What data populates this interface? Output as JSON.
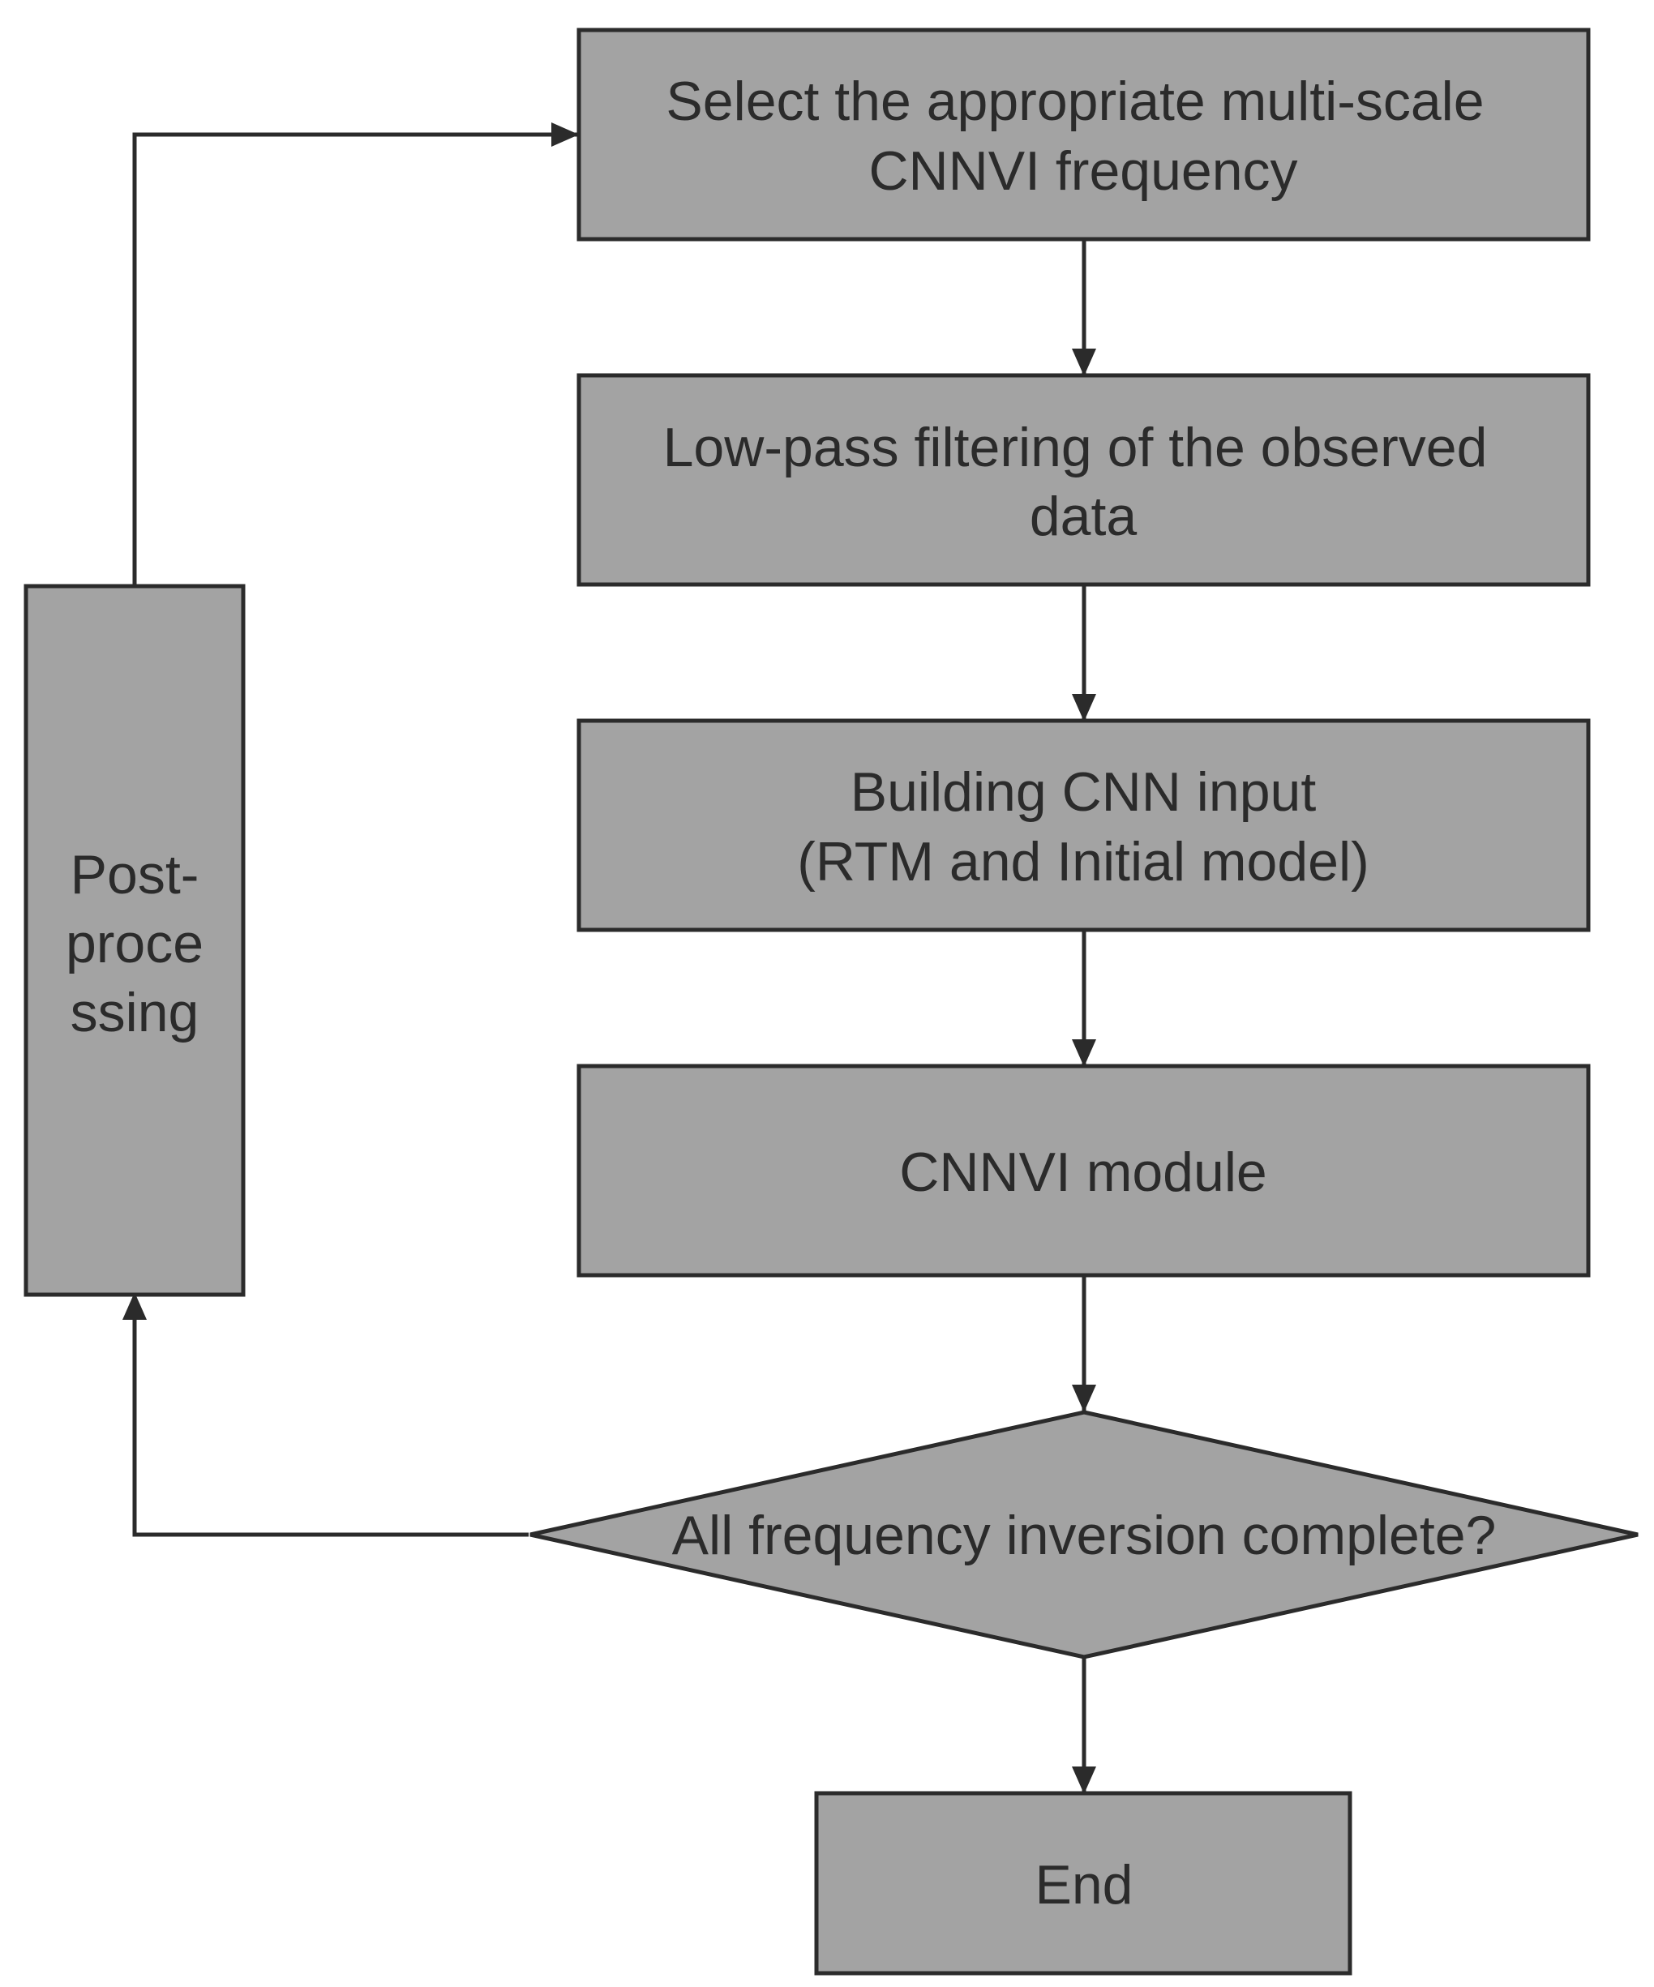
{
  "flowchart": {
    "steps": [
      {
        "id": "select-frequency",
        "lines": [
          "Select the appropriate multi-scale",
          "CNNVI frequency"
        ]
      },
      {
        "id": "low-pass",
        "lines": [
          "Low-pass filtering of the observed",
          "data"
        ]
      },
      {
        "id": "cnn-input",
        "lines": [
          "Building CNN input",
          "(RTM and Initial model)"
        ]
      },
      {
        "id": "cnnvi-module",
        "lines": [
          "CNNVI module"
        ]
      }
    ],
    "decision": {
      "lines": [
        "All frequency inversion complete?"
      ]
    },
    "end": {
      "lines": [
        "End"
      ]
    },
    "post_processing": {
      "lines": [
        "Post-",
        "proce",
        "ssing"
      ]
    }
  },
  "colors": {
    "box_fill": "#a3a3a3",
    "stroke": "#2b2b2b",
    "text": "#2b2b2b",
    "background": "#ffffff"
  }
}
